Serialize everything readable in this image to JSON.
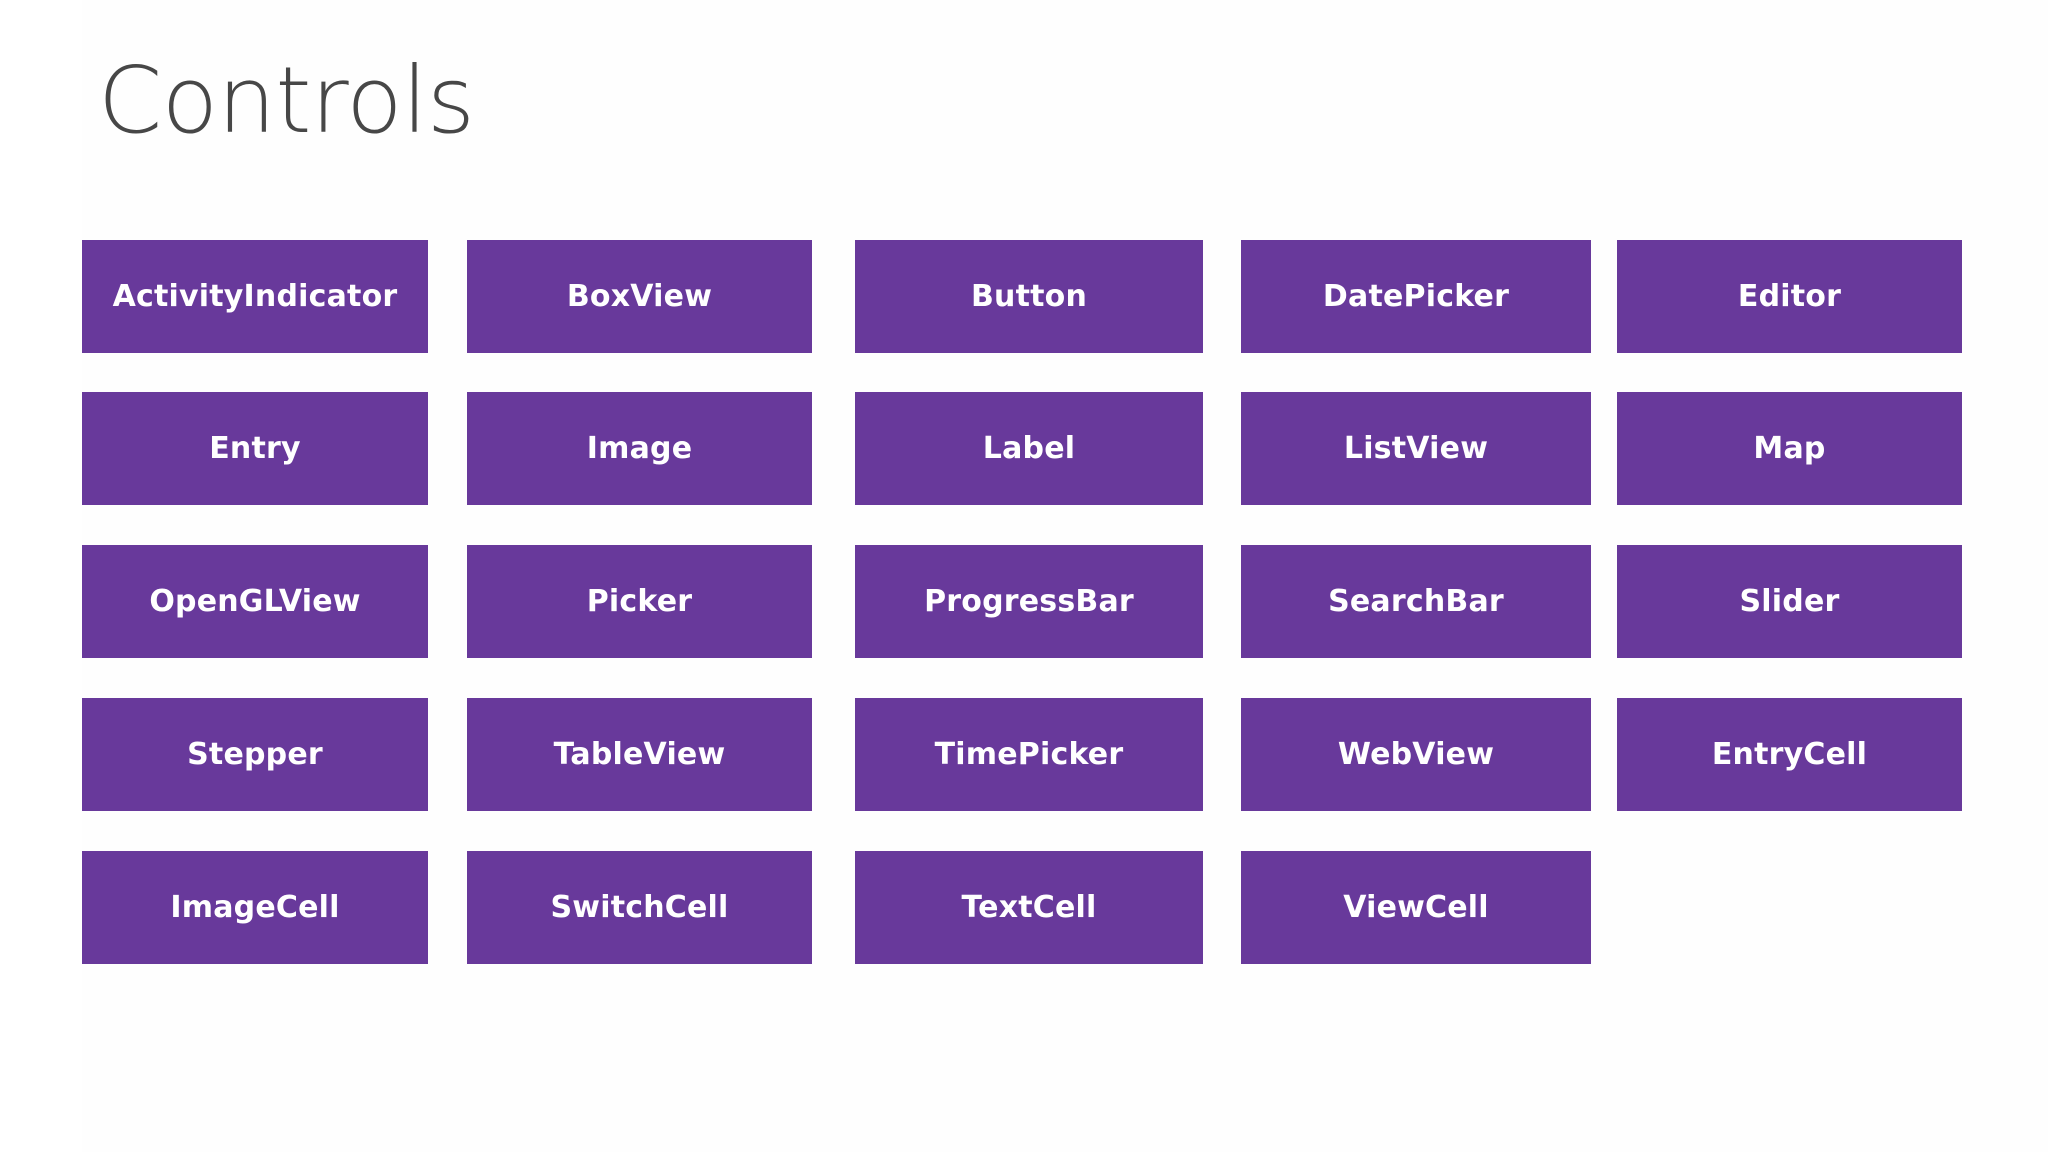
{
  "page": {
    "title": "Controls",
    "background_color": "#ffffff",
    "title_color": "#474747",
    "tile_color": "#68399b",
    "tile_text_color": "#ffffff"
  },
  "grid": {
    "columns": 5,
    "rows": 5,
    "tiles": [
      [
        {
          "label": "ActivityIndicator"
        },
        {
          "label": "BoxView"
        },
        {
          "label": "Button"
        },
        {
          "label": "DatePicker"
        },
        {
          "label": "Editor"
        }
      ],
      [
        {
          "label": "Entry"
        },
        {
          "label": "Image"
        },
        {
          "label": "Label"
        },
        {
          "label": "ListView"
        },
        {
          "label": "Map"
        }
      ],
      [
        {
          "label": "OpenGLView"
        },
        {
          "label": "Picker"
        },
        {
          "label": "ProgressBar"
        },
        {
          "label": "SearchBar"
        },
        {
          "label": "Slider"
        }
      ],
      [
        {
          "label": "Stepper"
        },
        {
          "label": "TableView"
        },
        {
          "label": "TimePicker"
        },
        {
          "label": "WebView"
        },
        {
          "label": "EntryCell"
        }
      ],
      [
        {
          "label": "ImageCell"
        },
        {
          "label": "SwitchCell"
        },
        {
          "label": "TextCell"
        },
        {
          "label": "ViewCell"
        }
      ]
    ]
  }
}
